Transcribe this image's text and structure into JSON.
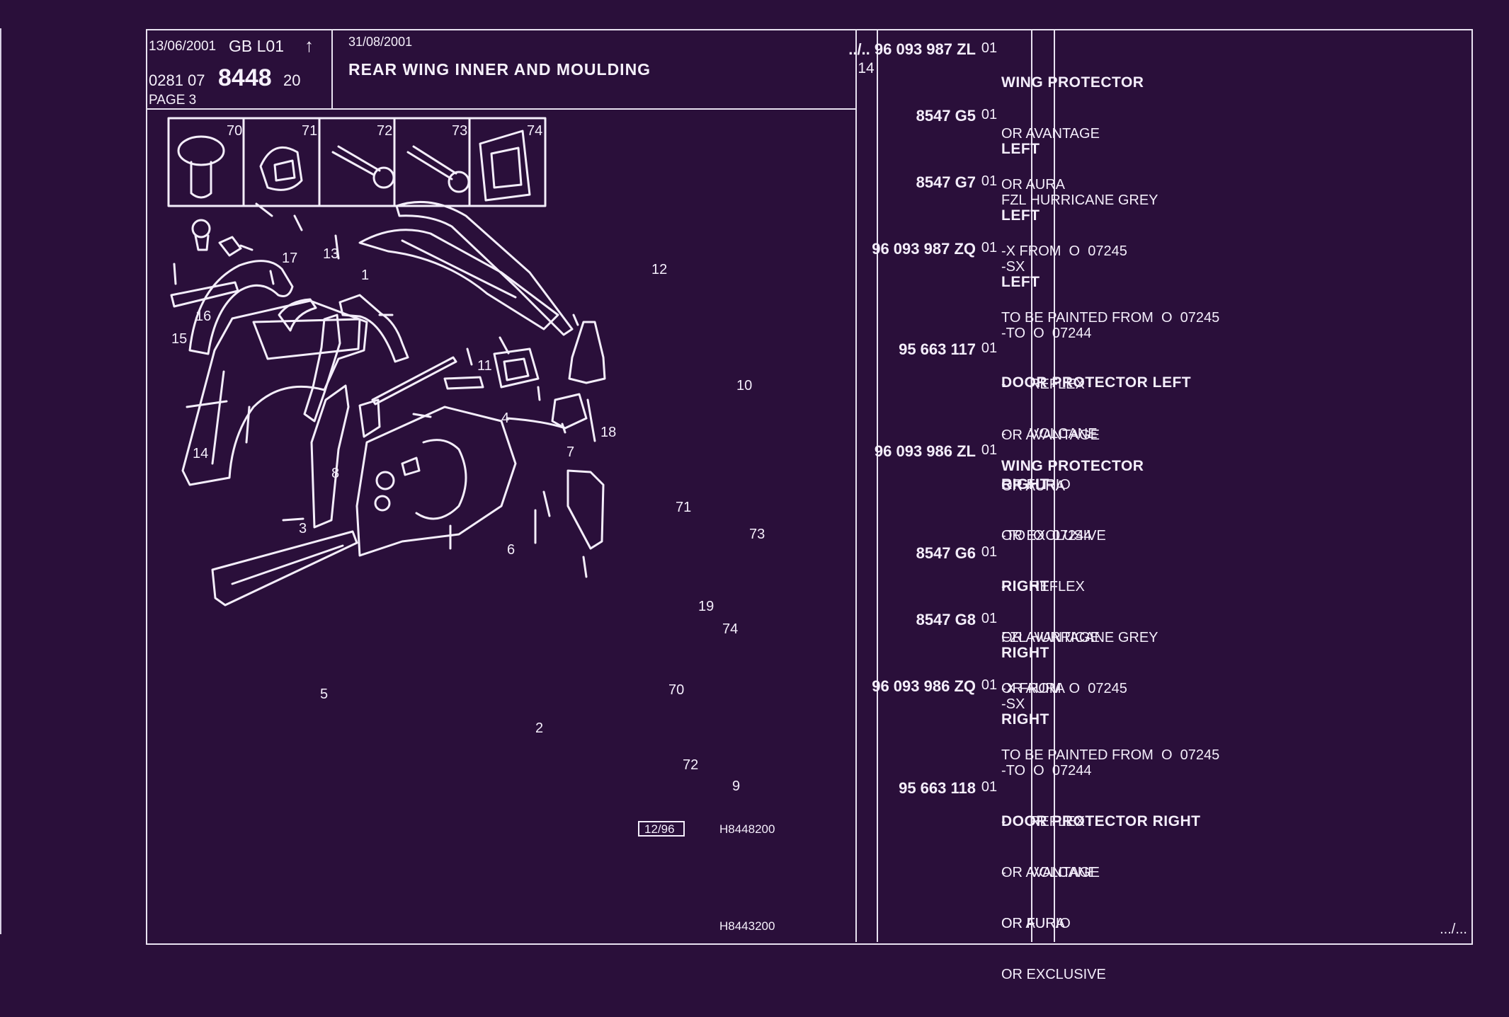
{
  "header": {
    "date": "13/06/2001",
    "lang_code": "GB  L01",
    "arrow": "↑",
    "code_prefix": "0281  07",
    "code_main": "8448",
    "code_suffix": "20",
    "page": "PAGE  3",
    "edition_date": "31/08/2001",
    "title": "REAR WING INNER AND MOULDING"
  },
  "diagram": {
    "fastener_labels": [
      "70",
      "71",
      "72",
      "73",
      "74"
    ],
    "callouts": [
      "1",
      "2",
      "3",
      "4",
      "5",
      "6",
      "7",
      "8",
      "9",
      "10",
      "11",
      "12",
      "13",
      "14",
      "15",
      "16",
      "17",
      "18",
      "19",
      "70",
      "71",
      "72",
      "73",
      "74"
    ],
    "revision": "12/96",
    "ref_code": "H8448200",
    "sheet_code": "H8443200"
  },
  "ref_number": "14",
  "parts": [
    {
      "number": "../..  96 093 987 ZL",
      "qty": "01",
      "title": "WING PROTECTOR",
      "lines": [
        "OR AVANTAGE",
        "OR AURA"
      ]
    },
    {
      "number": "8547 G5",
      "qty": "01",
      "title": "LEFT",
      "lines": [
        "FZL HURRICANE GREY",
        "-X FROM  O  07245"
      ]
    },
    {
      "number": "8547 G7",
      "qty": "01",
      "title": "LEFT",
      "lines": [
        "-SX",
        "TO BE PAINTED FROM  O  07245"
      ]
    },
    {
      "number": "96 093 987 ZQ",
      "qty": "01",
      "title": "LEFT",
      "lines": [
        "-TO  O  07244",
        "-      REFLEX",
        "OR AVANTAGE",
        "OR AURA"
      ]
    },
    {
      "number": "95 663 117",
      "qty": "01",
      "title": "DOOR PROTECTOR LEFT",
      "lines": [
        "-      VOLCANE",
        "OR FURIO",
        "OR EXCLUSIVE"
      ]
    },
    {
      "number": "",
      "qty": "",
      "title": "WING PROTECTOR",
      "lines": []
    },
    {
      "number": "96 093 986 ZL",
      "qty": "01",
      "title": "RIGHT",
      "lines": [
        "-TO  O  07244",
        "-      REFLEX",
        "OR AVANTAGE",
        "OR AURA"
      ]
    },
    {
      "number": "8547 G6",
      "qty": "01",
      "title": "RIGHT",
      "lines": [
        "FZL HURRICANE GREY",
        "-X FROM  O  07245"
      ]
    },
    {
      "number": "8547 G8",
      "qty": "01",
      "title": "RIGHT",
      "lines": [
        "-SX",
        "TO BE PAINTED FROM  O  07245"
      ]
    },
    {
      "number": "96 093 986 ZQ",
      "qty": "01",
      "title": "RIGHT",
      "lines": [
        "-TO  O  07244",
        "-      REFLEX",
        "OR AVANTAGE",
        "OR AURA"
      ]
    },
    {
      "number": "95 663 118",
      "qty": "01",
      "title": "DOOR PROTECTOR RIGHT",
      "lines": [
        "-      VOLCANE",
        "OR FURIO",
        "OR EXCLUSIVE"
      ]
    }
  ],
  "continuation": ".../...",
  "colors": {
    "background": "#2a0f3a",
    "ink": "#f4eefb"
  }
}
